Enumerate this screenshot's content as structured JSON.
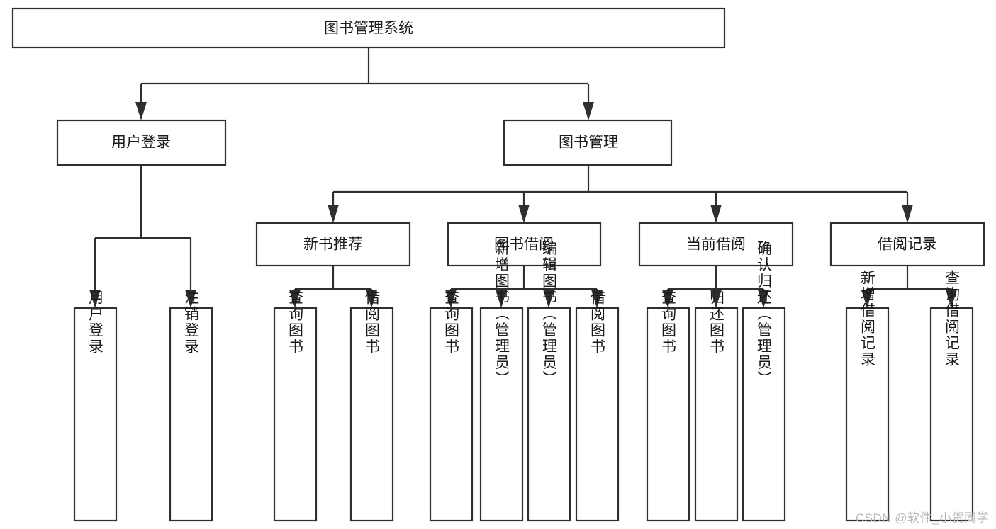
{
  "diagram": {
    "type": "tree-hierarchy",
    "title": "图书管理系统",
    "orientation": "top-down",
    "colors": {
      "box_stroke": "#2f2f2f",
      "box_fill": "#ffffff",
      "connector": "#2f2f2f",
      "text": "#1a1a1a",
      "background": "#ffffff",
      "watermark": "#b9b9b9"
    },
    "nodes": {
      "root": {
        "label": "图书管理系统",
        "level": 1
      },
      "level2": [
        {
          "id": "user-login",
          "label": "用户登录"
        },
        {
          "id": "book-manage",
          "label": "图书管理"
        }
      ],
      "level3": [
        {
          "id": "new-book-recommend",
          "label": "新书推荐",
          "parent": "book-manage"
        },
        {
          "id": "book-borrow",
          "label": "图书借阅",
          "parent": "book-manage"
        },
        {
          "id": "current-borrow",
          "label": "当前借阅",
          "parent": "book-manage"
        },
        {
          "id": "borrow-record",
          "label": "借阅记录",
          "parent": "book-manage"
        }
      ],
      "leaves": [
        {
          "id": "leaf-user-login",
          "label": "用户登录",
          "parent": "user-login"
        },
        {
          "id": "leaf-user-logout",
          "label": "注销登录",
          "parent": "user-login"
        },
        {
          "id": "leaf-query-book-1",
          "label": "查询图书",
          "parent": "new-book-recommend"
        },
        {
          "id": "leaf-borrow-book-1",
          "label": "借阅图书",
          "parent": "new-book-recommend"
        },
        {
          "id": "leaf-query-book-2",
          "label": "查询图书",
          "parent": "book-borrow"
        },
        {
          "id": "leaf-add-book",
          "label": "新增图书（管理员）",
          "parent": "book-borrow"
        },
        {
          "id": "leaf-edit-book",
          "label": "编辑图书（管理员）",
          "parent": "book-borrow"
        },
        {
          "id": "leaf-borrow-book-2",
          "label": "借阅图书",
          "parent": "book-borrow"
        },
        {
          "id": "leaf-query-book-3",
          "label": "查询图书",
          "parent": "current-borrow"
        },
        {
          "id": "leaf-return-book",
          "label": "归还图书",
          "parent": "current-borrow"
        },
        {
          "id": "leaf-confirm-return",
          "label": "确认归还（管理员）",
          "parent": "current-borrow"
        },
        {
          "id": "leaf-add-record",
          "label": "新增借阅记录",
          "parent": "borrow-record"
        },
        {
          "id": "leaf-query-record",
          "label": "查询借阅记录",
          "parent": "borrow-record"
        }
      ]
    }
  },
  "watermark": {
    "text": "CSDN @软件_小贺同学"
  }
}
